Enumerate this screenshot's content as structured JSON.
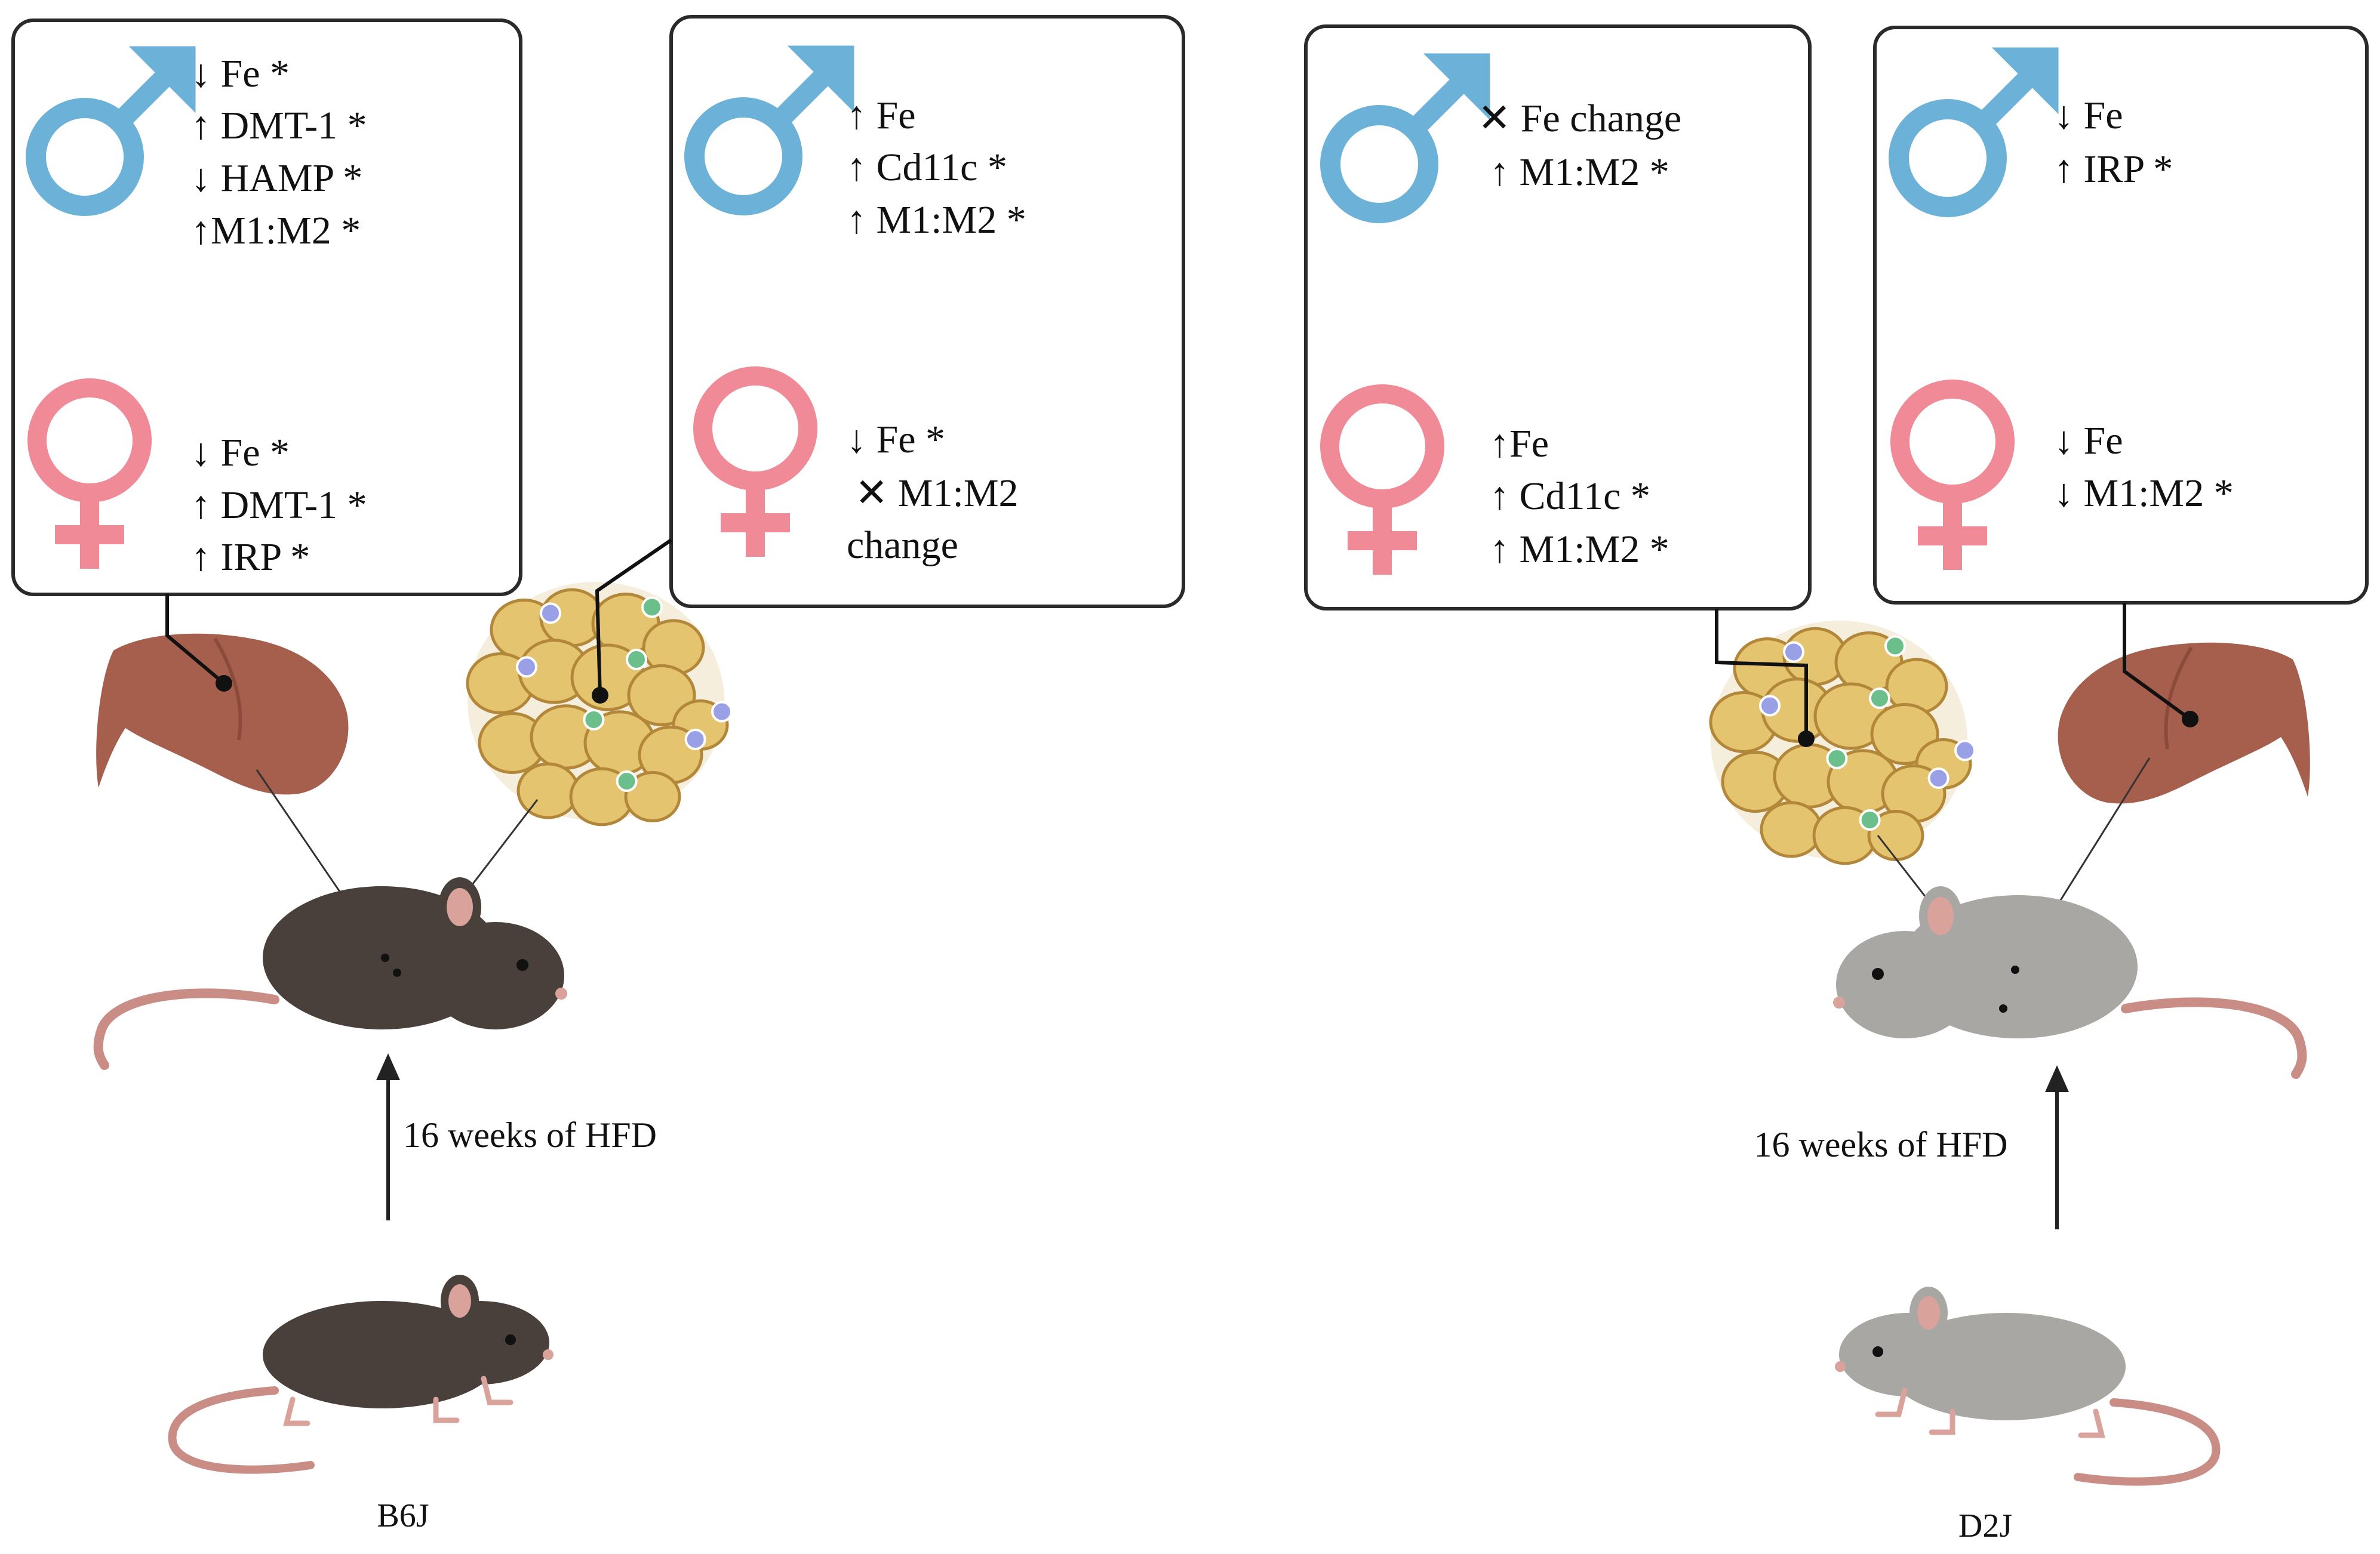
{
  "colors": {
    "male": "#6cb2d8",
    "female": "#ef8a96",
    "box_border": "#2a2a2a",
    "b6j_mouse": "#4a403b",
    "d2j_mouse": "#a9a7a3",
    "liver": "#a65f4c",
    "adipocyte": "#e4c46f",
    "tail": "#c98d86"
  },
  "icons": {
    "male": "male-symbol-icon",
    "female": "female-symbol-icon",
    "liver": "liver-icon",
    "adipose": "adipose-tissue-icon",
    "mouse": "mouse-icon",
    "arrow": "arrow-up-icon"
  },
  "b6j": {
    "strain_label": "B6J",
    "hfd_label": "16 weeks of HFD",
    "liver_box": {
      "male_lines": [
        "↓ Fe *",
        "↑ DMT-1 *",
        "↓ HAMP *",
        "↑M1:M2 *"
      ],
      "female_lines": [
        "↓ Fe *",
        "↑ DMT-1 *",
        "↑ IRP *"
      ]
    },
    "adipose_box": {
      "male_lines": [
        "↑ Fe",
        "↑ Cd11c *",
        "↑ M1:M2 *"
      ],
      "female_lines": [
        "↓ Fe *",
        "✕ M1:M2",
        "change"
      ]
    }
  },
  "d2j": {
    "strain_label": "D2J",
    "hfd_label": "16 weeks of HFD",
    "adipose_box": {
      "male_lines": [
        "✕ Fe change",
        "↑ M1:M2 *"
      ],
      "female_lines": [
        "↑Fe",
        "↑ Cd11c *",
        "↑ M1:M2 *"
      ]
    },
    "liver_box": {
      "male_lines": [
        "↓ Fe",
        "↑ IRP *"
      ],
      "female_lines": [
        "↓ Fe",
        "↓ M1:M2 *"
      ]
    }
  }
}
